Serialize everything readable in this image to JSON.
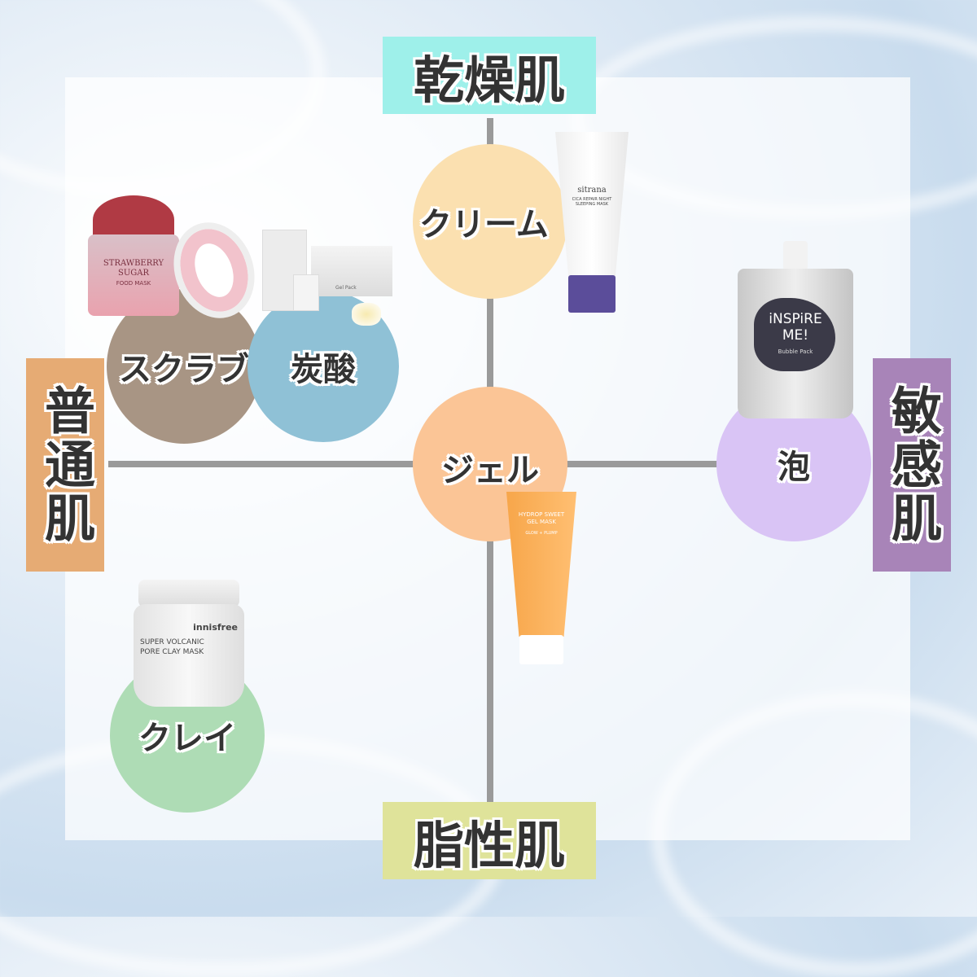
{
  "axes": {
    "top": {
      "label": "乾燥肌",
      "color": "#9ef0ea"
    },
    "bottom": {
      "label": "脂性肌",
      "color": "#dfe39a"
    },
    "left": {
      "label": "普通肌",
      "color": "#e6ab74"
    },
    "right": {
      "label": "敏感肌",
      "color": "#a884b8"
    }
  },
  "categories": [
    {
      "id": "cream",
      "label": "クリーム",
      "color": "#fbe0b0",
      "product": {
        "brand": "sitrana",
        "text": "CICA REPAIR NIGHT SLEEPING MASK"
      }
    },
    {
      "id": "scrub",
      "label": "スクラブ",
      "color": "#a89584",
      "product": {
        "brand": "STRAWBERRY SUGAR",
        "text": "FOOD MASK"
      }
    },
    {
      "id": "carbonated",
      "label": "炭酸",
      "color": "#8fc1d6",
      "product": {
        "brand": "",
        "text": "Gel Pack"
      }
    },
    {
      "id": "gel",
      "label": "ジェル",
      "color": "#fbc596",
      "product": {
        "brand": "HYDROP SWEET GEL MASK",
        "text": "GLOW + PLUMP"
      }
    },
    {
      "id": "foam",
      "label": "泡",
      "color": "#d9c4f5",
      "product": {
        "brand": "iNSPiRE ME!",
        "text": "Bubble Pack"
      }
    },
    {
      "id": "clay",
      "label": "クレイ",
      "color": "#aedcb5",
      "product": {
        "brand": "innisfree",
        "text": "SUPER VOLCANIC PORE CLAY MASK"
      }
    }
  ]
}
